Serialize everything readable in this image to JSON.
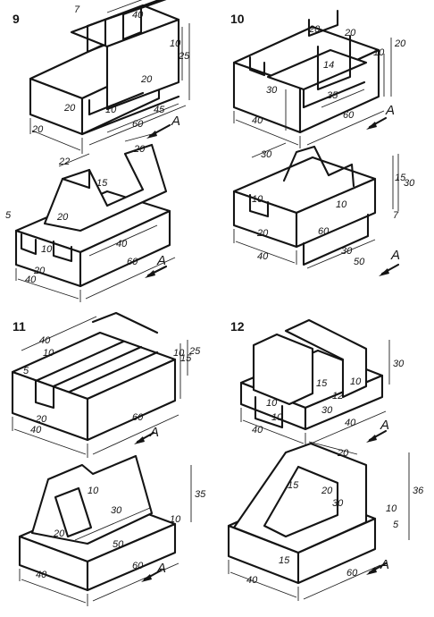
{
  "sheet": {
    "figures": [
      {
        "number": "9",
        "view_label": "A",
        "top_dims": [
          "7",
          "40",
          "10",
          "25",
          "20",
          "10",
          "45",
          "60",
          "20",
          "20"
        ],
        "bottom_dims": [
          "22",
          "20",
          "15",
          "5",
          "20",
          "10",
          "40",
          "60",
          "20",
          "40"
        ]
      },
      {
        "number": "10",
        "view_label": "A",
        "top_dims": [
          "20",
          "20",
          "10",
          "20",
          "14",
          "30",
          "35",
          "60",
          "40"
        ],
        "bottom_dims": [
          "30",
          "15",
          "30",
          "10",
          "10",
          "7",
          "20",
          "60",
          "30",
          "50",
          "40"
        ]
      },
      {
        "number": "11",
        "view_label": "A",
        "top_dims": [
          "40",
          "10",
          "5",
          "10",
          "15",
          "25",
          "20",
          "40",
          "60"
        ],
        "bottom_dims": [
          "10",
          "35",
          "30",
          "10",
          "20",
          "50",
          "40",
          "60"
        ]
      },
      {
        "number": "12",
        "view_label": "A",
        "top_dims": [
          "30",
          "15",
          "10",
          "12",
          "30",
          "10",
          "40",
          "10",
          "40"
        ],
        "bottom_dims": [
          "20",
          "15",
          "20",
          "36",
          "30",
          "10",
          "5",
          "15",
          "40",
          "60"
        ]
      }
    ]
  }
}
